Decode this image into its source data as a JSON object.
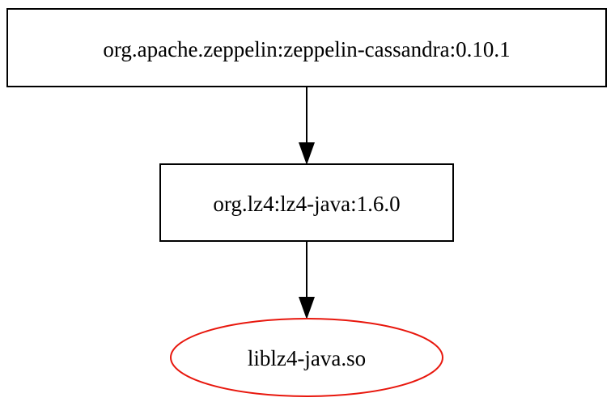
{
  "diagram": {
    "nodes": [
      {
        "id": "zeppelin-cassandra",
        "label": "org.apache.zeppelin:zeppelin-cassandra:0.10.1",
        "shape": "box",
        "color": "#000000"
      },
      {
        "id": "lz4-java",
        "label": "org.lz4:lz4-java:1.6.0",
        "shape": "box",
        "color": "#000000"
      },
      {
        "id": "liblz4-java-so",
        "label": "liblz4-java.so",
        "shape": "ellipse",
        "color": "#e8170d"
      }
    ],
    "edges": [
      {
        "from": "zeppelin-cassandra",
        "to": "lz4-java"
      },
      {
        "from": "lz4-java",
        "to": "liblz4-java-so"
      }
    ],
    "colors": {
      "edge": "#000000",
      "box_border": "#000000",
      "highlight_border": "#e8170d",
      "background": "#ffffff"
    }
  }
}
